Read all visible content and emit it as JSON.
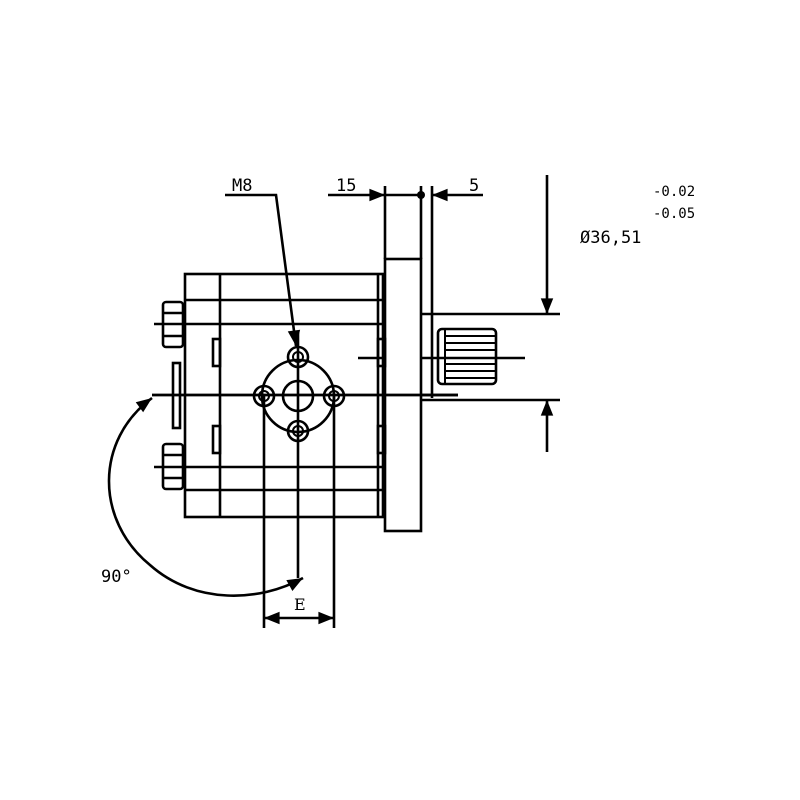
{
  "drawing": {
    "thread_label": "M8",
    "dim_flange": "15",
    "dim_shaft_offset": "5",
    "tolerance_upper": "-0.02",
    "tolerance_lower": "-0.05",
    "diameter_label": "Ø36,51",
    "angle_label": "90°",
    "port_spacing_label": "E"
  },
  "colors": {
    "line": "#000000",
    "background": "#ffffff"
  }
}
